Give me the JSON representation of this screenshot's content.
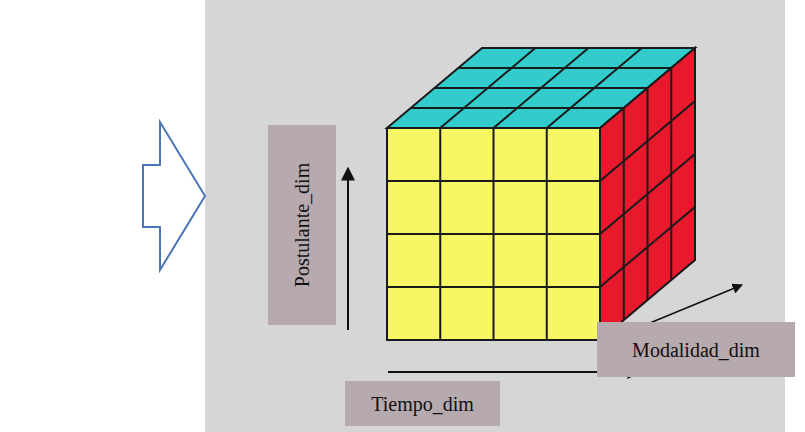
{
  "diagram": {
    "nodes": [
      {
        "text": [
          "Postulante_dim"
        ]
      },
      {
        "text": [
          "Modalidad_dim"
        ]
      },
      {
        "text": [
          "Tiempo_dim"
        ]
      }
    ],
    "edges": []
  }
}
